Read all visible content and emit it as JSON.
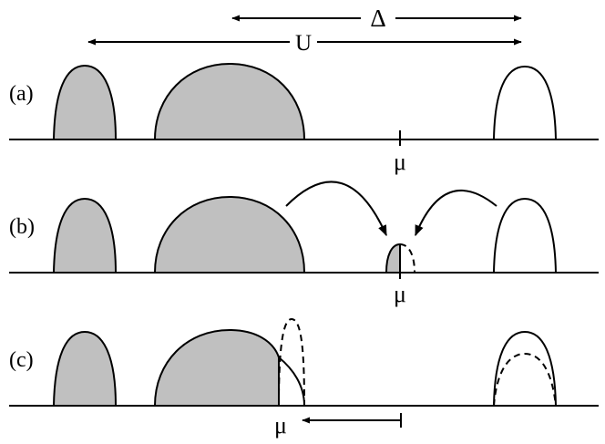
{
  "labels": {
    "delta": "Δ",
    "u": "U",
    "panel_a": "(a)",
    "panel_b": "(b)",
    "panel_c": "(c)",
    "mu": "μ"
  },
  "colors": {
    "filled_band": "#c0c0c0",
    "line": "#000000",
    "background": "#ffffff"
  }
}
